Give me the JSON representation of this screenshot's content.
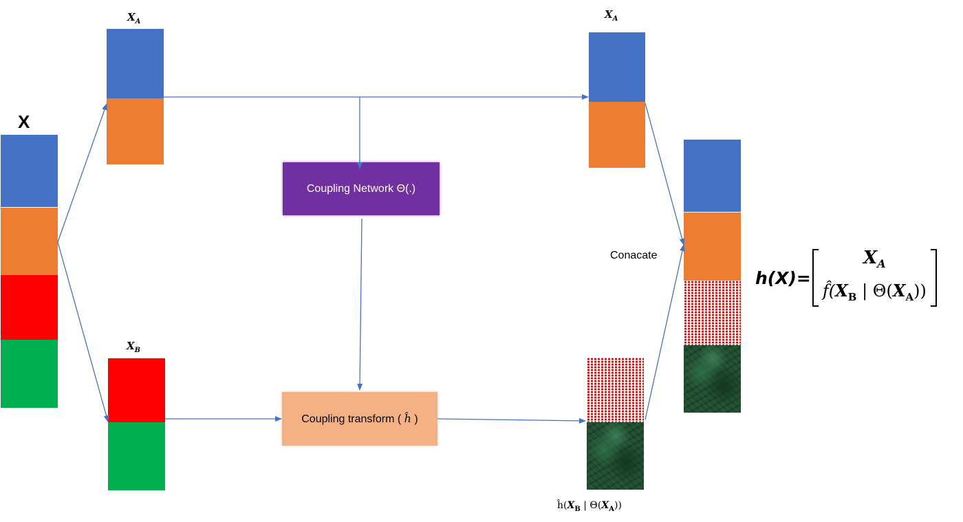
{
  "colors": {
    "blue": "#4472C4",
    "orange": "#ED7D31",
    "red": "#FF0000",
    "green": "#00B050",
    "purple": "#7030A0",
    "peach": "#F4B183",
    "arrow": "#4472C4"
  },
  "labels": {
    "x_main": "X",
    "xa_left": {
      "base": "X",
      "sub": "A"
    },
    "xb_left": {
      "base": "X",
      "sub": "B"
    },
    "xa_right": {
      "base": "X",
      "sub": "A"
    },
    "conacate": "Conacate"
  },
  "boxes": {
    "coupling_network": "Coupling Network Θ(.)",
    "coupling_transform_prefix": "Coupling transform ( ",
    "coupling_transform_symbol": "ĥ",
    "coupling_transform_suffix": " )"
  },
  "result_label": {
    "func": "ĥ(",
    "x": "X",
    "x_sub": "B",
    "sep": " | Θ(",
    "xa": "X",
    "xa_sub": "A",
    "close": "))"
  },
  "formula": {
    "lhs": "h(X)=",
    "row1_base": "X",
    "row1_sub": "A",
    "row2_func": "f̂(",
    "row2_xb": "X",
    "row2_xb_sub": "B",
    "row2_sep": " | Θ(",
    "row2_xa": "X",
    "row2_xa_sub": "A",
    "row2_close": "))"
  }
}
